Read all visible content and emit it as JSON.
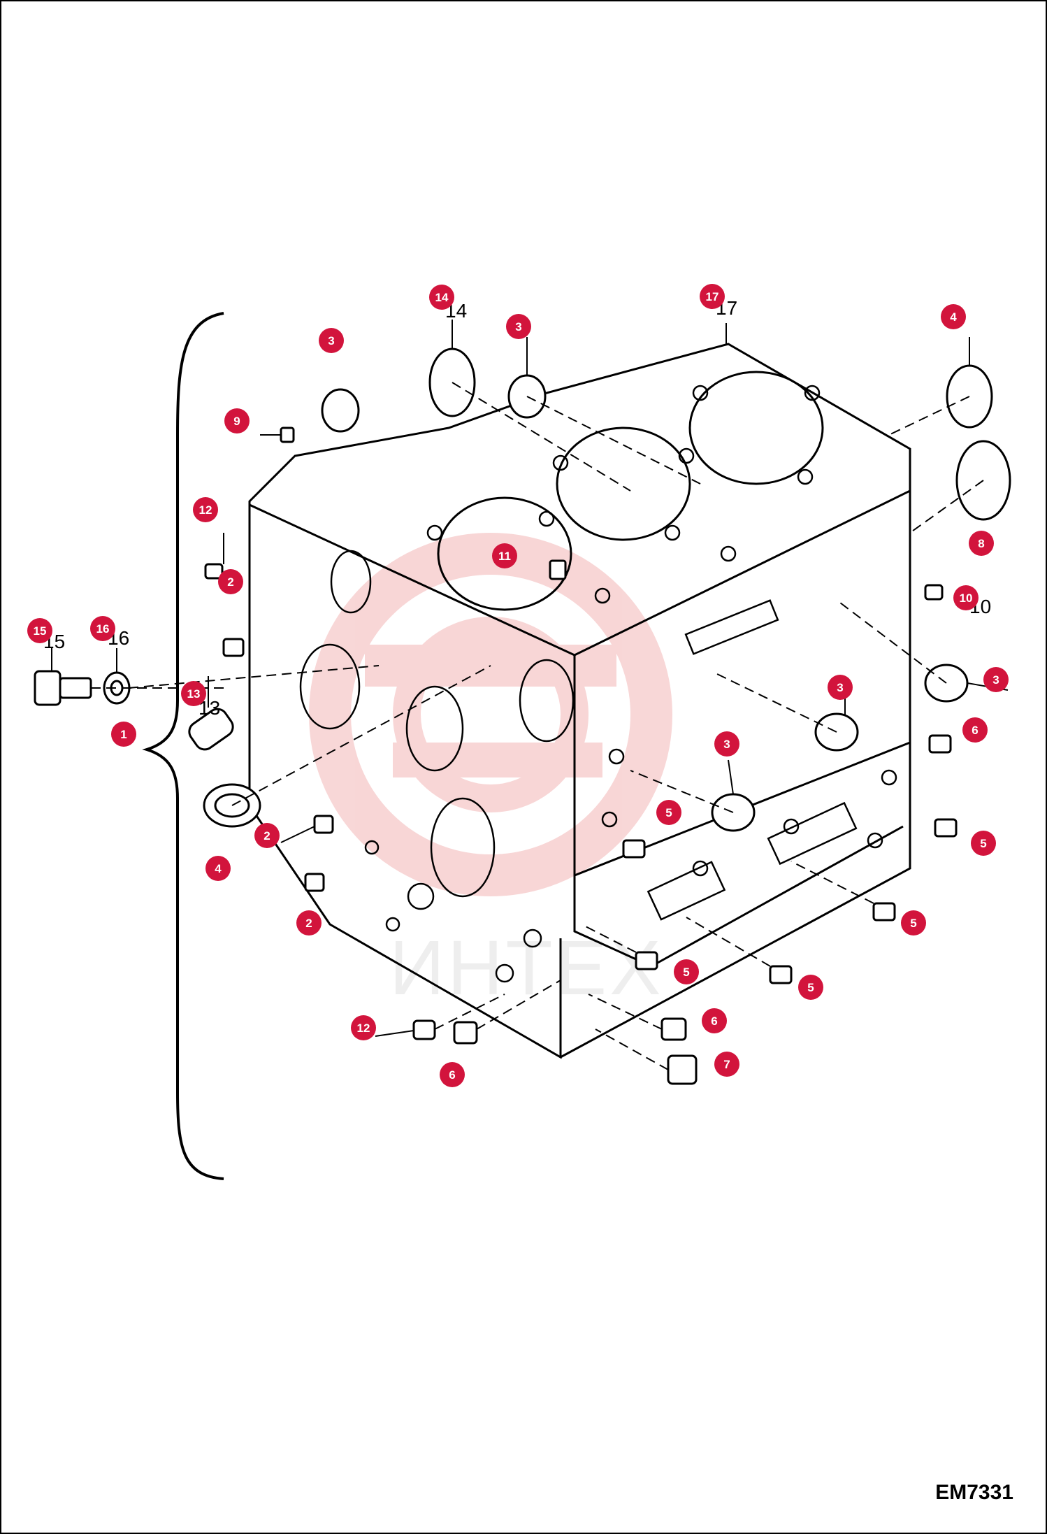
{
  "diagram": {
    "document_code": "EM7331",
    "watermark_text": "ИНТЕХ",
    "callout_color": "#d2143c",
    "watermark_color": "#f3b6b6",
    "callouts": [
      {
        "id": "c15",
        "num": "15"
      },
      {
        "id": "c16",
        "num": "16"
      },
      {
        "id": "c1",
        "num": "1"
      },
      {
        "id": "c13",
        "num": "13"
      },
      {
        "id": "c12a",
        "num": "12"
      },
      {
        "id": "c2a",
        "num": "2"
      },
      {
        "id": "c9",
        "num": "9"
      },
      {
        "id": "c3a",
        "num": "3"
      },
      {
        "id": "c14",
        "num": "14"
      },
      {
        "id": "c3b",
        "num": "3"
      },
      {
        "id": "c17",
        "num": "17"
      },
      {
        "id": "c4a",
        "num": "4"
      },
      {
        "id": "c8",
        "num": "8"
      },
      {
        "id": "c11",
        "num": "11"
      },
      {
        "id": "c10",
        "num": "10"
      },
      {
        "id": "c3c",
        "num": "3"
      },
      {
        "id": "c3d",
        "num": "3"
      },
      {
        "id": "c6a",
        "num": "6"
      },
      {
        "id": "c3e",
        "num": "3"
      },
      {
        "id": "c5a",
        "num": "5"
      },
      {
        "id": "c5b",
        "num": "5"
      },
      {
        "id": "c2b",
        "num": "2"
      },
      {
        "id": "c4b",
        "num": "4"
      },
      {
        "id": "c2c",
        "num": "2"
      },
      {
        "id": "c5c",
        "num": "5"
      },
      {
        "id": "c5d",
        "num": "5"
      },
      {
        "id": "c5e",
        "num": "5"
      },
      {
        "id": "c6b",
        "num": "6"
      },
      {
        "id": "c12b",
        "num": "12"
      },
      {
        "id": "c6c",
        "num": "6"
      },
      {
        "id": "c7",
        "num": "7"
      }
    ]
  }
}
